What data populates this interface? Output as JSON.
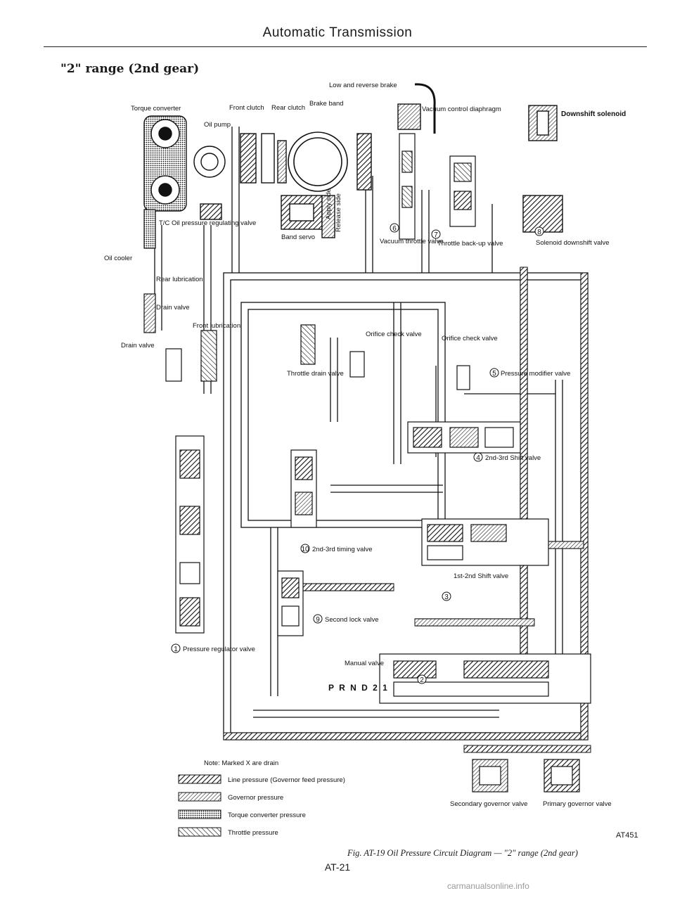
{
  "header": {
    "title": "Automatic Transmission"
  },
  "section_title": "\"2\" range (2nd gear)",
  "labels": {
    "torque_converter": "Torque converter",
    "front_clutch": "Front clutch",
    "oil_pump": "Oil pump",
    "rear_clutch": "Rear clutch",
    "brake_band": "Brake band",
    "low_reverse_brake": "Low and reverse brake",
    "vacuum_control_diaphragm": "Vacuum control diaphragm",
    "downshift_solenoid": "Downshift solenoid",
    "tc_oil_pressure_valve": "T/C Oil pressure regulating valve",
    "oil_cooler": "Oil cooler",
    "band_servo": "Band servo",
    "apply_side": "Apply side",
    "release_side": "Release side",
    "vacuum_throttle_valve": "Vacuum throttle valve",
    "throttle_backup_valve": "Throttle back-up valve",
    "solenoid_downshift_valve": "Solenoid downshift valve",
    "rear_lubrication": "Rear lubrication",
    "drain_valve_small": "Drain valve",
    "front_lubrication": "Front lubrication",
    "drain_valve": "Drain valve",
    "orifice_check_valve_1": "Orifice check valve",
    "orifice_check_valve_2": "Orifice check valve",
    "throttle_drain_valve": "Throttle drain valve",
    "pressure_modifier_valve": "Pressure modifier valve",
    "shift_2nd_3rd_valve": "2nd-3rd Shift valve",
    "timing_2nd_3rd_valve": "2nd-3rd timing valve",
    "shift_1st_2nd_valve": "1st-2nd Shift valve",
    "second_lock_valve": "Second lock valve",
    "pressure_regulator_valve": "Pressure regulator valve",
    "manual_valve": "Manual valve",
    "prnd": "P R N D 2 1",
    "secondary_governor_valve": "Secondary governor valve",
    "primary_governor_valve": "Primary governor valve"
  },
  "legend": {
    "note": "Note: Marked X are drain",
    "items": [
      {
        "label": "Line pressure (Governor feed pressure)"
      },
      {
        "label": "Governor pressure"
      },
      {
        "label": "Torque converter pressure"
      },
      {
        "label": "Throttle pressure"
      }
    ]
  },
  "figure": {
    "code": "AT451",
    "caption": "Fig. AT-19 Oil Pressure Circuit Diagram — \"2\" range (2nd gear)"
  },
  "page_number": "AT-21",
  "watermark": "carmanualsonline.info"
}
